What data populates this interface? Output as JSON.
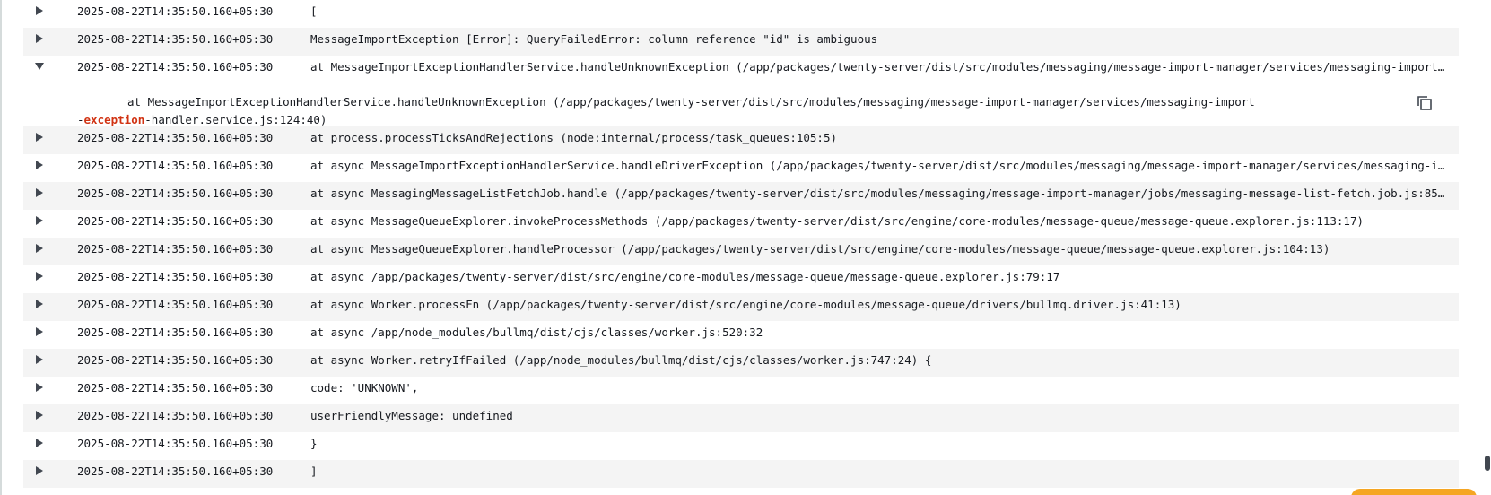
{
  "colors": {
    "row_alt": "#f4f4f4",
    "highlight": "#d13212",
    "accent": "#f5a623",
    "text": "#16191f"
  },
  "logs": [
    {
      "ts": "2025-08-22T14:35:50.160+05:30",
      "msg": "[",
      "expanded": false
    },
    {
      "ts": "2025-08-22T14:35:50.160+05:30",
      "msg": "MessageImportException [Error]: QueryFailedError: column reference \"id\" is ambiguous",
      "expanded": false
    },
    {
      "ts": "2025-08-22T14:35:50.160+05:30",
      "msg": "at MessageImportExceptionHandlerService.handleUnknownException (/app/packages/twenty-server/dist/src/modules/messaging/message-import-manager/services/messaging-import-except…",
      "expanded": true
    },
    {
      "ts": "2025-08-22T14:35:50.160+05:30",
      "msg": "at process.processTicksAndRejections (node:internal/process/task_queues:105:5)",
      "expanded": false
    },
    {
      "ts": "2025-08-22T14:35:50.160+05:30",
      "msg": "at async MessageImportExceptionHandlerService.handleDriverException (/app/packages/twenty-server/dist/src/modules/messaging/message-import-manager/services/messaging-import-…",
      "expanded": false
    },
    {
      "ts": "2025-08-22T14:35:50.160+05:30",
      "msg": "at async MessagingMessageListFetchJob.handle (/app/packages/twenty-server/dist/src/modules/messaging/message-import-manager/jobs/messaging-message-list-fetch.job.js:85:13)",
      "expanded": false
    },
    {
      "ts": "2025-08-22T14:35:50.160+05:30",
      "msg": "at async MessageQueueExplorer.invokeProcessMethods (/app/packages/twenty-server/dist/src/engine/core-modules/message-queue/message-queue.explorer.js:113:17)",
      "expanded": false
    },
    {
      "ts": "2025-08-22T14:35:50.160+05:30",
      "msg": "at async MessageQueueExplorer.handleProcessor (/app/packages/twenty-server/dist/src/engine/core-modules/message-queue/message-queue.explorer.js:104:13)",
      "expanded": false
    },
    {
      "ts": "2025-08-22T14:35:50.160+05:30",
      "msg": "at async /app/packages/twenty-server/dist/src/engine/core-modules/message-queue/message-queue.explorer.js:79:17",
      "expanded": false
    },
    {
      "ts": "2025-08-22T14:35:50.160+05:30",
      "msg": "at async Worker.processFn (/app/packages/twenty-server/dist/src/engine/core-modules/message-queue/drivers/bullmq.driver.js:41:13)",
      "expanded": false
    },
    {
      "ts": "2025-08-22T14:35:50.160+05:30",
      "msg": "at async /app/node_modules/bullmq/dist/cjs/classes/worker.js:520:32",
      "expanded": false
    },
    {
      "ts": "2025-08-22T14:35:50.160+05:30",
      "msg": "at async Worker.retryIfFailed (/app/node_modules/bullmq/dist/cjs/classes/worker.js:747:24) {",
      "expanded": false
    },
    {
      "ts": "2025-08-22T14:35:50.160+05:30",
      "msg": "code: 'UNKNOWN',",
      "expanded": false
    },
    {
      "ts": "2025-08-22T14:35:50.160+05:30",
      "msg": "userFriendlyMessage: undefined",
      "expanded": false
    },
    {
      "ts": "2025-08-22T14:35:50.160+05:30",
      "msg": "}",
      "expanded": false
    },
    {
      "ts": "2025-08-22T14:35:50.160+05:30",
      "msg": "]",
      "expanded": false
    }
  ],
  "expanded_detail": {
    "before": "at MessageImportExceptionHandlerService.handleUnknownException (/app/packages/twenty-server/dist/src/modules/messaging/message-import-manager/services/messaging-import-",
    "highlight": "exception",
    "after": "-handler.service.js:124:40)"
  },
  "icons": {
    "collapsed": "caret-right-icon",
    "expanded": "caret-down-icon",
    "copy": "copy-icon"
  }
}
